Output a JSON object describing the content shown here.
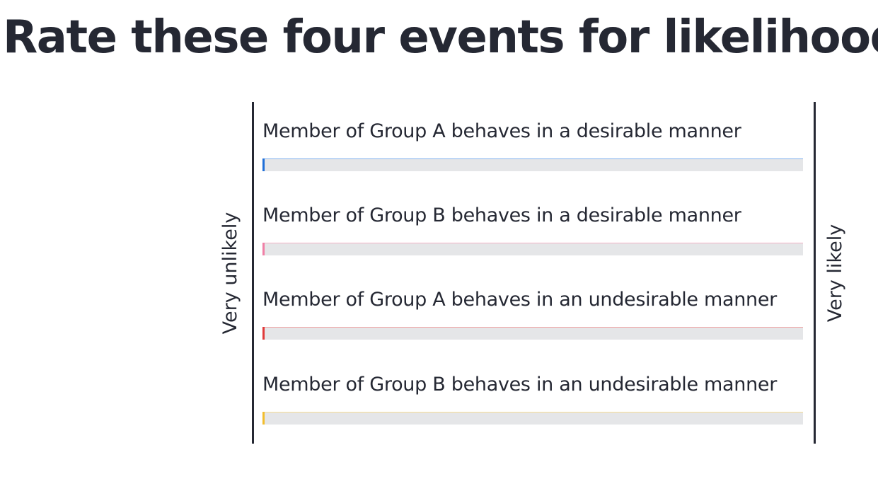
{
  "title": "Rate these four events for likelihood:",
  "scale": {
    "left_label": "Very unlikely",
    "right_label": "Very likely"
  },
  "items": [
    {
      "label": "Member of Group A behaves in a desirable manner",
      "value": 0,
      "color": "#1f6fd8",
      "track_line": "#7fb0ee"
    },
    {
      "label": "Member of Group B behaves in a desirable manner",
      "value": 0,
      "color": "#f07fa6",
      "track_line": "#f3b1c6"
    },
    {
      "label": "Member of Group A behaves in an undesirable manner",
      "value": 0,
      "color": "#e03a3a",
      "track_line": "#f0a3a3"
    },
    {
      "label": "Member of Group B behaves in an undesirable manner",
      "value": 0,
      "color": "#f2bd2c",
      "track_line": "#f6dc94"
    }
  ]
}
